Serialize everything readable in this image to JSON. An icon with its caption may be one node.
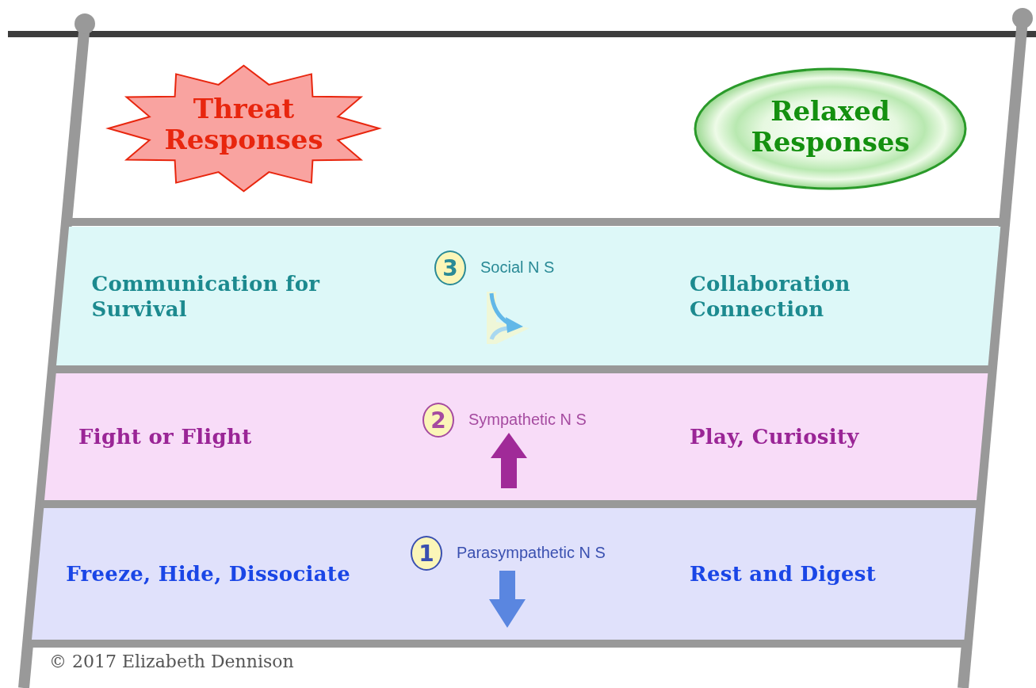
{
  "diagram": {
    "nodes": [
      {
        "text": [
          "Threat Responses"
        ]
      },
      {
        "text": [
          "Relaxed Responses"
        ]
      },
      {
        "text": [
          "Communication for Survival",
          "Collaboration Connection"
        ]
      },
      {
        "text": [
          "3"
        ],
        "in": 2,
        "beside": [
          "Social N S"
        ]
      },
      {
        "text": [
          "Fight or Flight",
          "Play, Curiosity"
        ]
      },
      {
        "text": [
          "2"
        ],
        "in": 4,
        "beside": [
          "Sympathetic N S"
        ]
      },
      {
        "text": [
          "Freeze, Hide, Dissociate",
          "Rest and Digest"
        ]
      },
      {
        "text": [
          "1"
        ],
        "in": 6,
        "beside": [
          "Parasympathetic N S"
        ]
      }
    ],
    "labels": [
      "© 2017 Elizabeth Dennison"
    ]
  }
}
